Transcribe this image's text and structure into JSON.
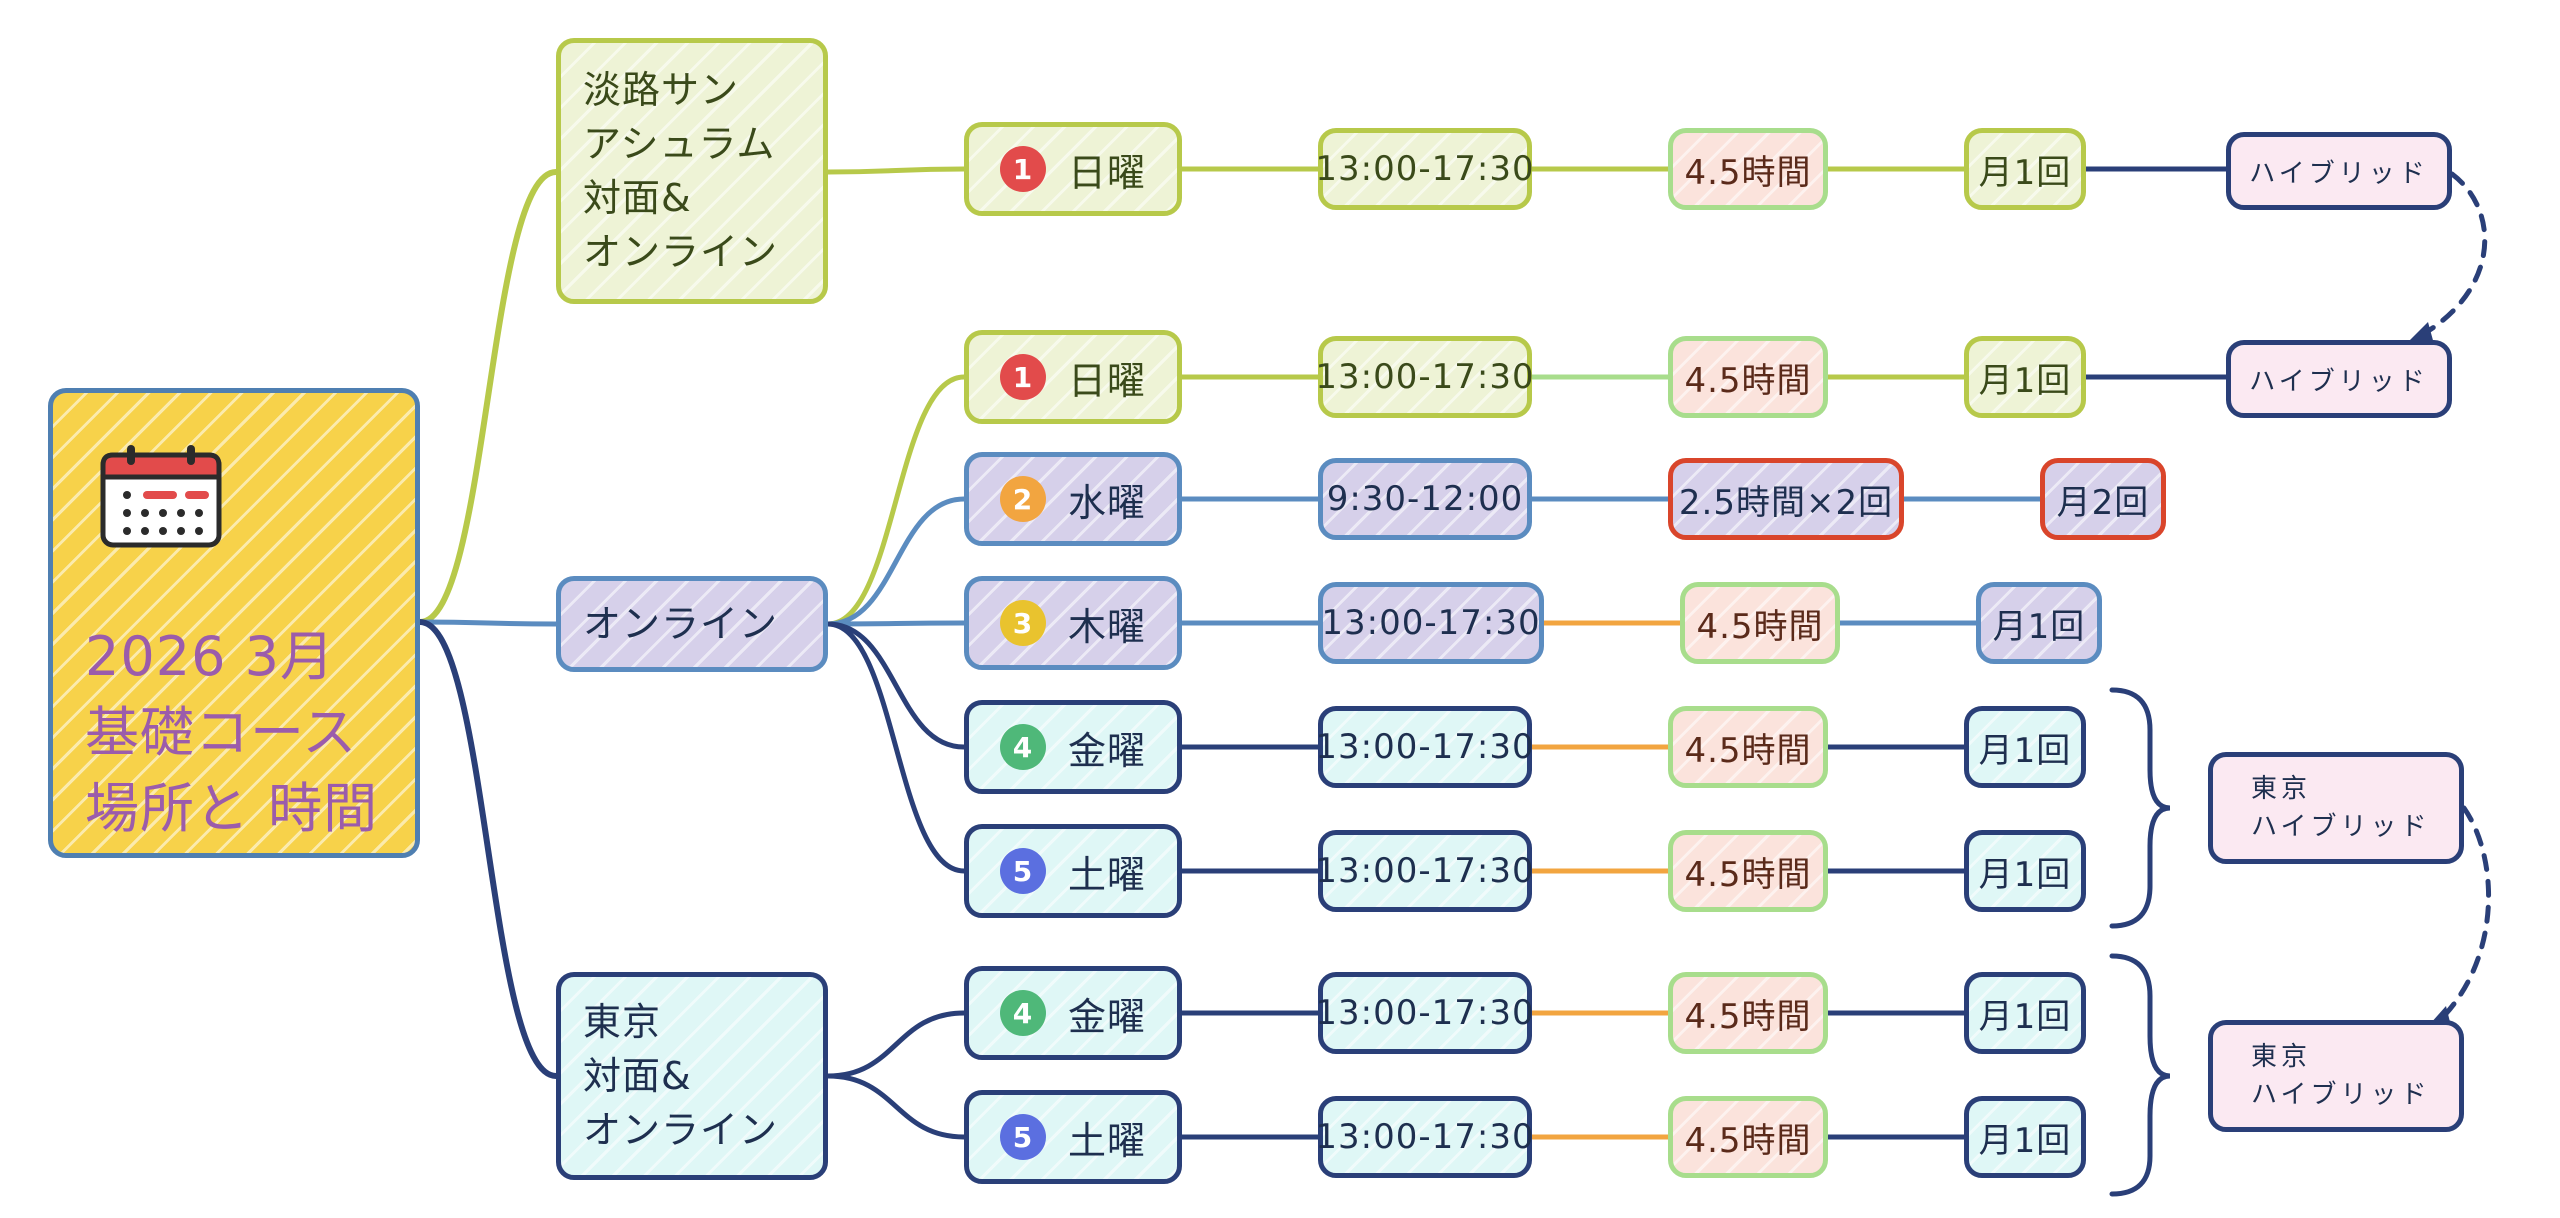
{
  "root": {
    "title_line1": "2026 3月",
    "title_line2": "基礎コース",
    "title_line3": "場所と 時間",
    "icon": "calendar-icon"
  },
  "branches": [
    {
      "label": "淡路サン\nアシュラム\n対面&\nオンライン"
    },
    {
      "label": "オンライン"
    },
    {
      "label": "東京\n対面&\nオンライン"
    }
  ],
  "sessions": [
    {
      "num": "1",
      "num_color": "#e24b4b",
      "day": "日曜",
      "time": "13:00-17:30",
      "hours": "4.5時間",
      "freq": "月1回"
    },
    {
      "num": "1",
      "num_color": "#e24b4b",
      "day": "日曜",
      "time": "13:00-17:30",
      "hours": "4.5時間",
      "freq": "月1回"
    },
    {
      "num": "2",
      "num_color": "#f2a540",
      "day": "水曜",
      "time": "9:30-12:00",
      "hours": "2.5時間×2回",
      "freq": "月2回"
    },
    {
      "num": "3",
      "num_color": "#e9c32e",
      "day": "木曜",
      "time": "13:00-17:30",
      "hours": "4.5時間",
      "freq": "月1回"
    },
    {
      "num": "4",
      "num_color": "#4fb879",
      "day": "金曜",
      "time": "13:00-17:30",
      "hours": "4.5時間",
      "freq": "月1回"
    },
    {
      "num": "5",
      "num_color": "#5b6fe0",
      "day": "土曜",
      "time": "13:00-17:30",
      "hours": "4.5時間",
      "freq": "月1回"
    },
    {
      "num": "4",
      "num_color": "#4fb879",
      "day": "金曜",
      "time": "13:00-17:30",
      "hours": "4.5時間",
      "freq": "月1回"
    },
    {
      "num": "5",
      "num_color": "#5b6fe0",
      "day": "土曜",
      "time": "13:00-17:30",
      "hours": "4.5時間",
      "freq": "月1回"
    }
  ],
  "hybrid": [
    {
      "label": "ハイブリッド"
    },
    {
      "label": "ハイブリッド"
    },
    {
      "line1": "東京",
      "line2": "ハイブリッド"
    },
    {
      "line1": "東京",
      "line2": "ハイブリッド"
    }
  ],
  "colors": {
    "yellow_green": "#b7c94a",
    "steel_blue": "#5b8cc0",
    "navy": "#2a3f78",
    "orange": "#f2a540",
    "mint": "#a8dd8c",
    "red": "#d9452b"
  }
}
